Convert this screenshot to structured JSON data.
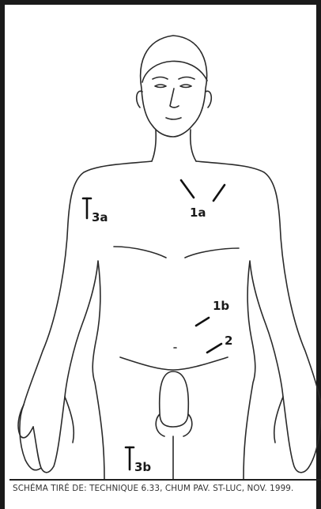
{
  "diagram": {
    "labels": {
      "l1a": "1a",
      "l1b": "1b",
      "l2": "2",
      "l3a": "3a",
      "l3b": "3b"
    },
    "line_color": "#2a2a2a"
  },
  "caption": "SCHÉMA TIRÉ DE: TECHNIQUE 6.33, CHUM PAV. ST-LUC, NOV. 1999."
}
